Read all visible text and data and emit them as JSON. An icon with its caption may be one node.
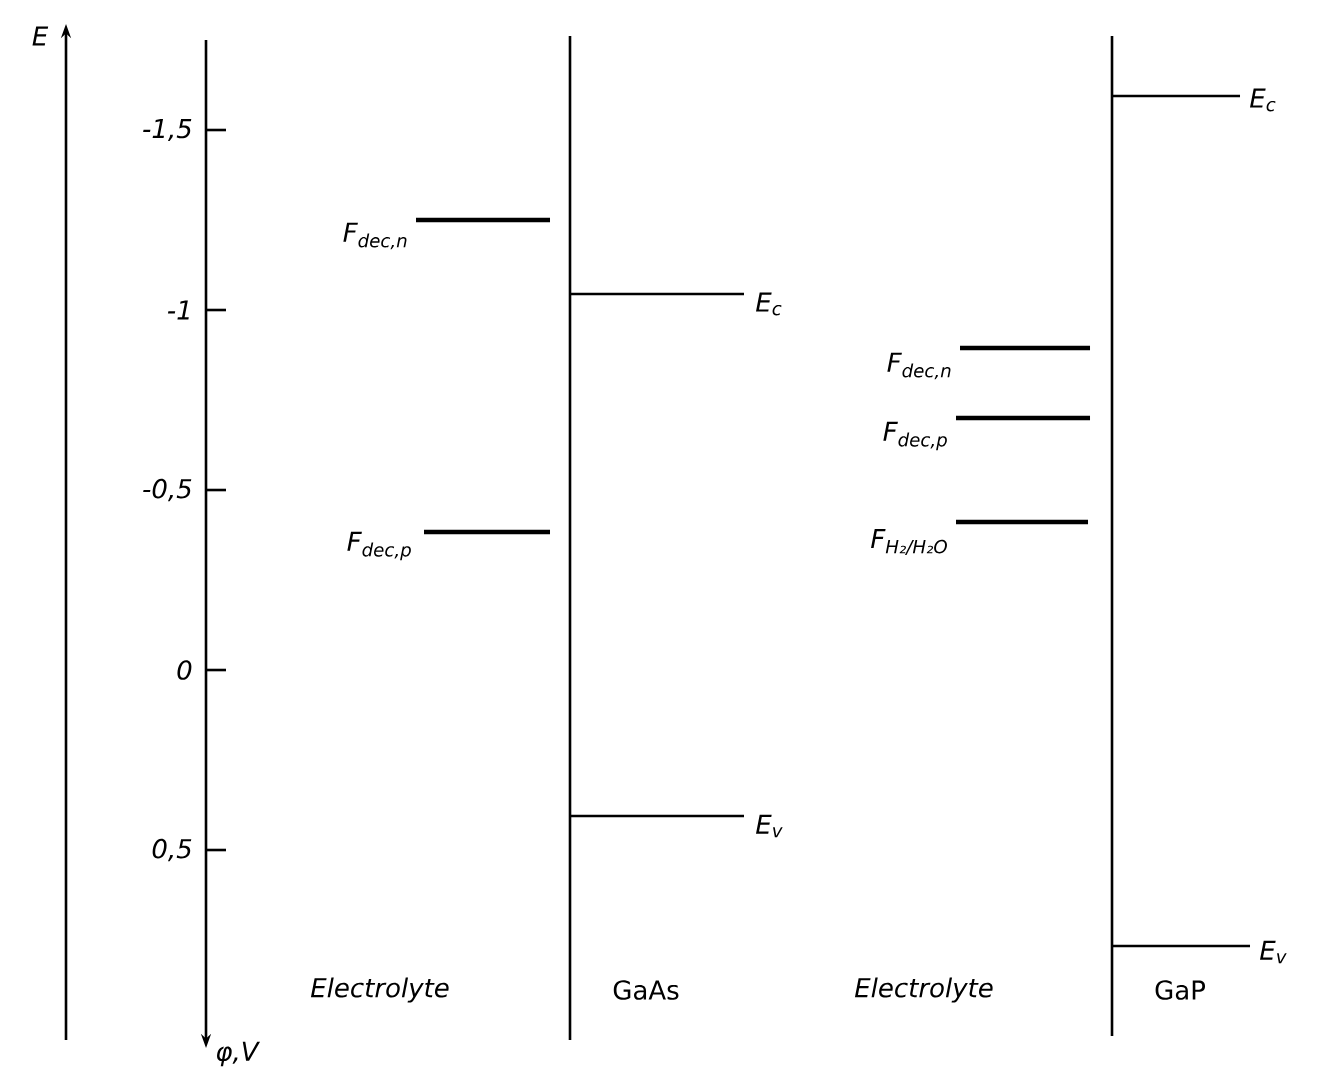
{
  "diagram": {
    "labels": [
      "E",
      "-1,5",
      "-1",
      "-0,5",
      "0",
      "0,5",
      "φ,V",
      "F$_{dec,n}$",
      "F$_{dec,p}$",
      "E$_{c}$",
      "E$_{v}$",
      "E$_{c}$",
      "F$_{dec,n}$",
      "F$_{dec,p}$",
      "F$_{H₂/H₂O}$",
      "E$_{v}$",
      "Electrolyte",
      "GaAs",
      "Electrolyte",
      "GaP"
    ]
  }
}
